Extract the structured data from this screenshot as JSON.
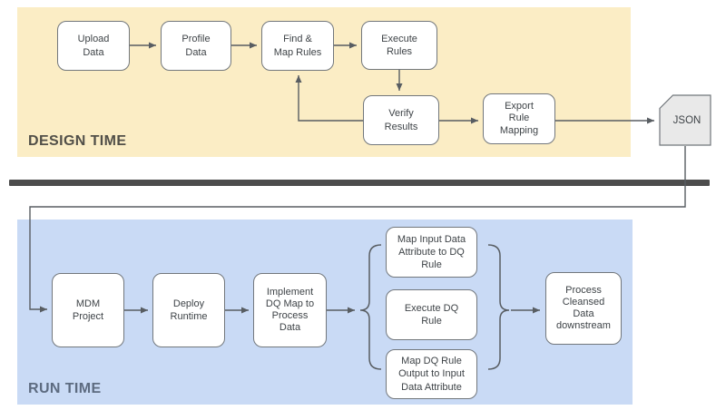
{
  "sections": {
    "design": {
      "label": "DESIGN TIME"
    },
    "run": {
      "label": "RUN TIME"
    }
  },
  "nodes": {
    "upload": {
      "label": "Upload\nData"
    },
    "profile": {
      "label": "Profile\nData"
    },
    "find_map": {
      "label": "Find &\nMap Rules"
    },
    "execute_rules": {
      "label": "Execute\nRules"
    },
    "verify": {
      "label": "Verify\nResults"
    },
    "export_mapping": {
      "label": "Export\nRule\nMapping"
    },
    "json_artifact": {
      "label": "JSON"
    },
    "mdm": {
      "label": "MDM\nProject"
    },
    "deploy": {
      "label": "Deploy\nRuntime"
    },
    "implement": {
      "label": "Implement\nDQ Map to\nProcess\nData"
    },
    "map_input": {
      "label": "Map Input Data\nAttribute to DQ\nRule"
    },
    "execute_dq": {
      "label": "Execute DQ\nRule"
    },
    "map_output": {
      "label": "Map DQ Rule\nOutput to Input\nData Attribute"
    },
    "process_downstream": {
      "label": "Process\nCleansed\nData\ndownstream"
    }
  },
  "groups": {
    "dq_rule_group": [
      "map_input",
      "execute_dq",
      "map_output"
    ]
  },
  "edges": [
    {
      "from": "upload",
      "to": "profile"
    },
    {
      "from": "profile",
      "to": "find_map"
    },
    {
      "from": "find_map",
      "to": "execute_rules"
    },
    {
      "from": "execute_rules",
      "to": "verify"
    },
    {
      "from": "verify",
      "to": "find_map"
    },
    {
      "from": "verify",
      "to": "export_mapping"
    },
    {
      "from": "export_mapping",
      "to": "json_artifact"
    },
    {
      "from": "json_artifact",
      "to": "mdm"
    },
    {
      "from": "mdm",
      "to": "deploy"
    },
    {
      "from": "deploy",
      "to": "implement"
    },
    {
      "from": "implement",
      "to": "dq_rule_group"
    },
    {
      "from": "dq_rule_group",
      "to": "process_downstream"
    }
  ],
  "colors": {
    "design-band": "#fbedc5",
    "run-band": "#c9daf5",
    "node-bg": "#ffffff",
    "node-border": "#72777c",
    "connector": "#585d62",
    "divider": "#4d4d4d",
    "node-text": "#3e4347",
    "design-label": "#514f48",
    "run-label": "#5d6b80",
    "artifact-bg": "#e9e9e9"
  }
}
